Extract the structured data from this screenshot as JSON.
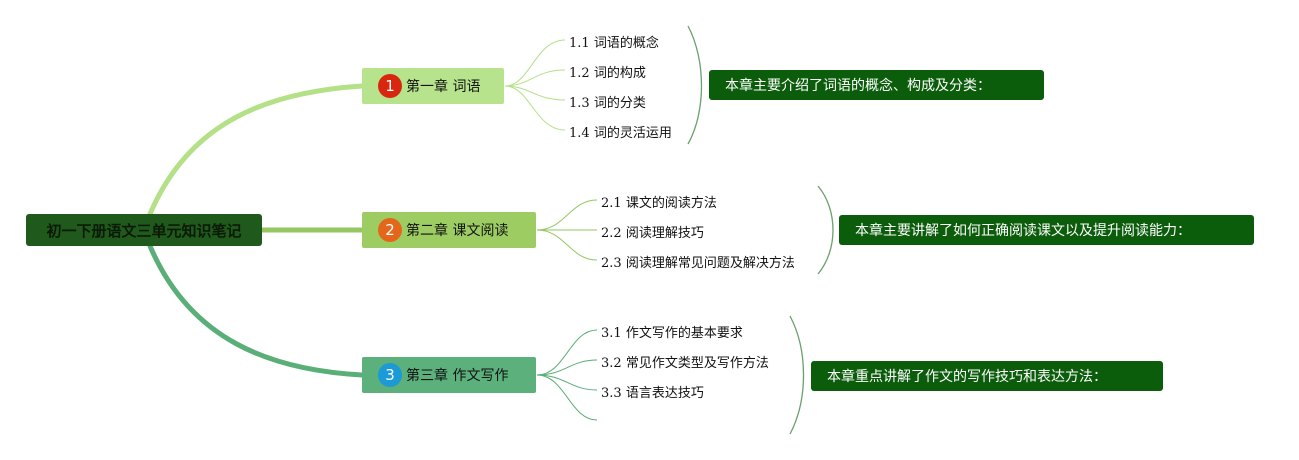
{
  "root": {
    "title": "初一下册语文三单元知识笔记"
  },
  "chapters": [
    {
      "number": "1",
      "title": "第一章 词语",
      "badge_color": "#d8260f",
      "box_color": "#b6e38c",
      "link_color": "#b4e087",
      "subs": [
        {
          "num": "1.1",
          "text": "词语的概念"
        },
        {
          "num": "1.2",
          "text": "词的构成"
        },
        {
          "num": "1.3",
          "text": "词的分类"
        },
        {
          "num": "1.4",
          "text": "词的灵活运用"
        }
      ],
      "summary": "本章主要介绍了词语的概念、构成及分类："
    },
    {
      "number": "2",
      "title": "第二章 课文阅读",
      "badge_color": "#e4661a",
      "box_color": "#9dcc62",
      "link_color": "#95c661",
      "subs": [
        {
          "num": "2.1",
          "text": "课文的阅读方法"
        },
        {
          "num": "2.2",
          "text": "阅读理解技巧"
        },
        {
          "num": "2.3",
          "text": "阅读理解常见问题及解决方法"
        }
      ],
      "summary": "本章主要讲解了如何正确阅读课文以及提升阅读能力："
    },
    {
      "number": "3",
      "title": "第三章 作文写作",
      "badge_color": "#1c9ad6",
      "box_color": "#5cb07c",
      "link_color": "#5aae77",
      "subs": [
        {
          "num": "3.1",
          "text": "作文写作的基本要求"
        },
        {
          "num": "3.2",
          "text": "常见作文类型及写作方法"
        },
        {
          "num": "3.3",
          "text": "语言表达技巧"
        }
      ],
      "summary": "本章重点讲解了作文的写作技巧和表达方法："
    }
  ]
}
